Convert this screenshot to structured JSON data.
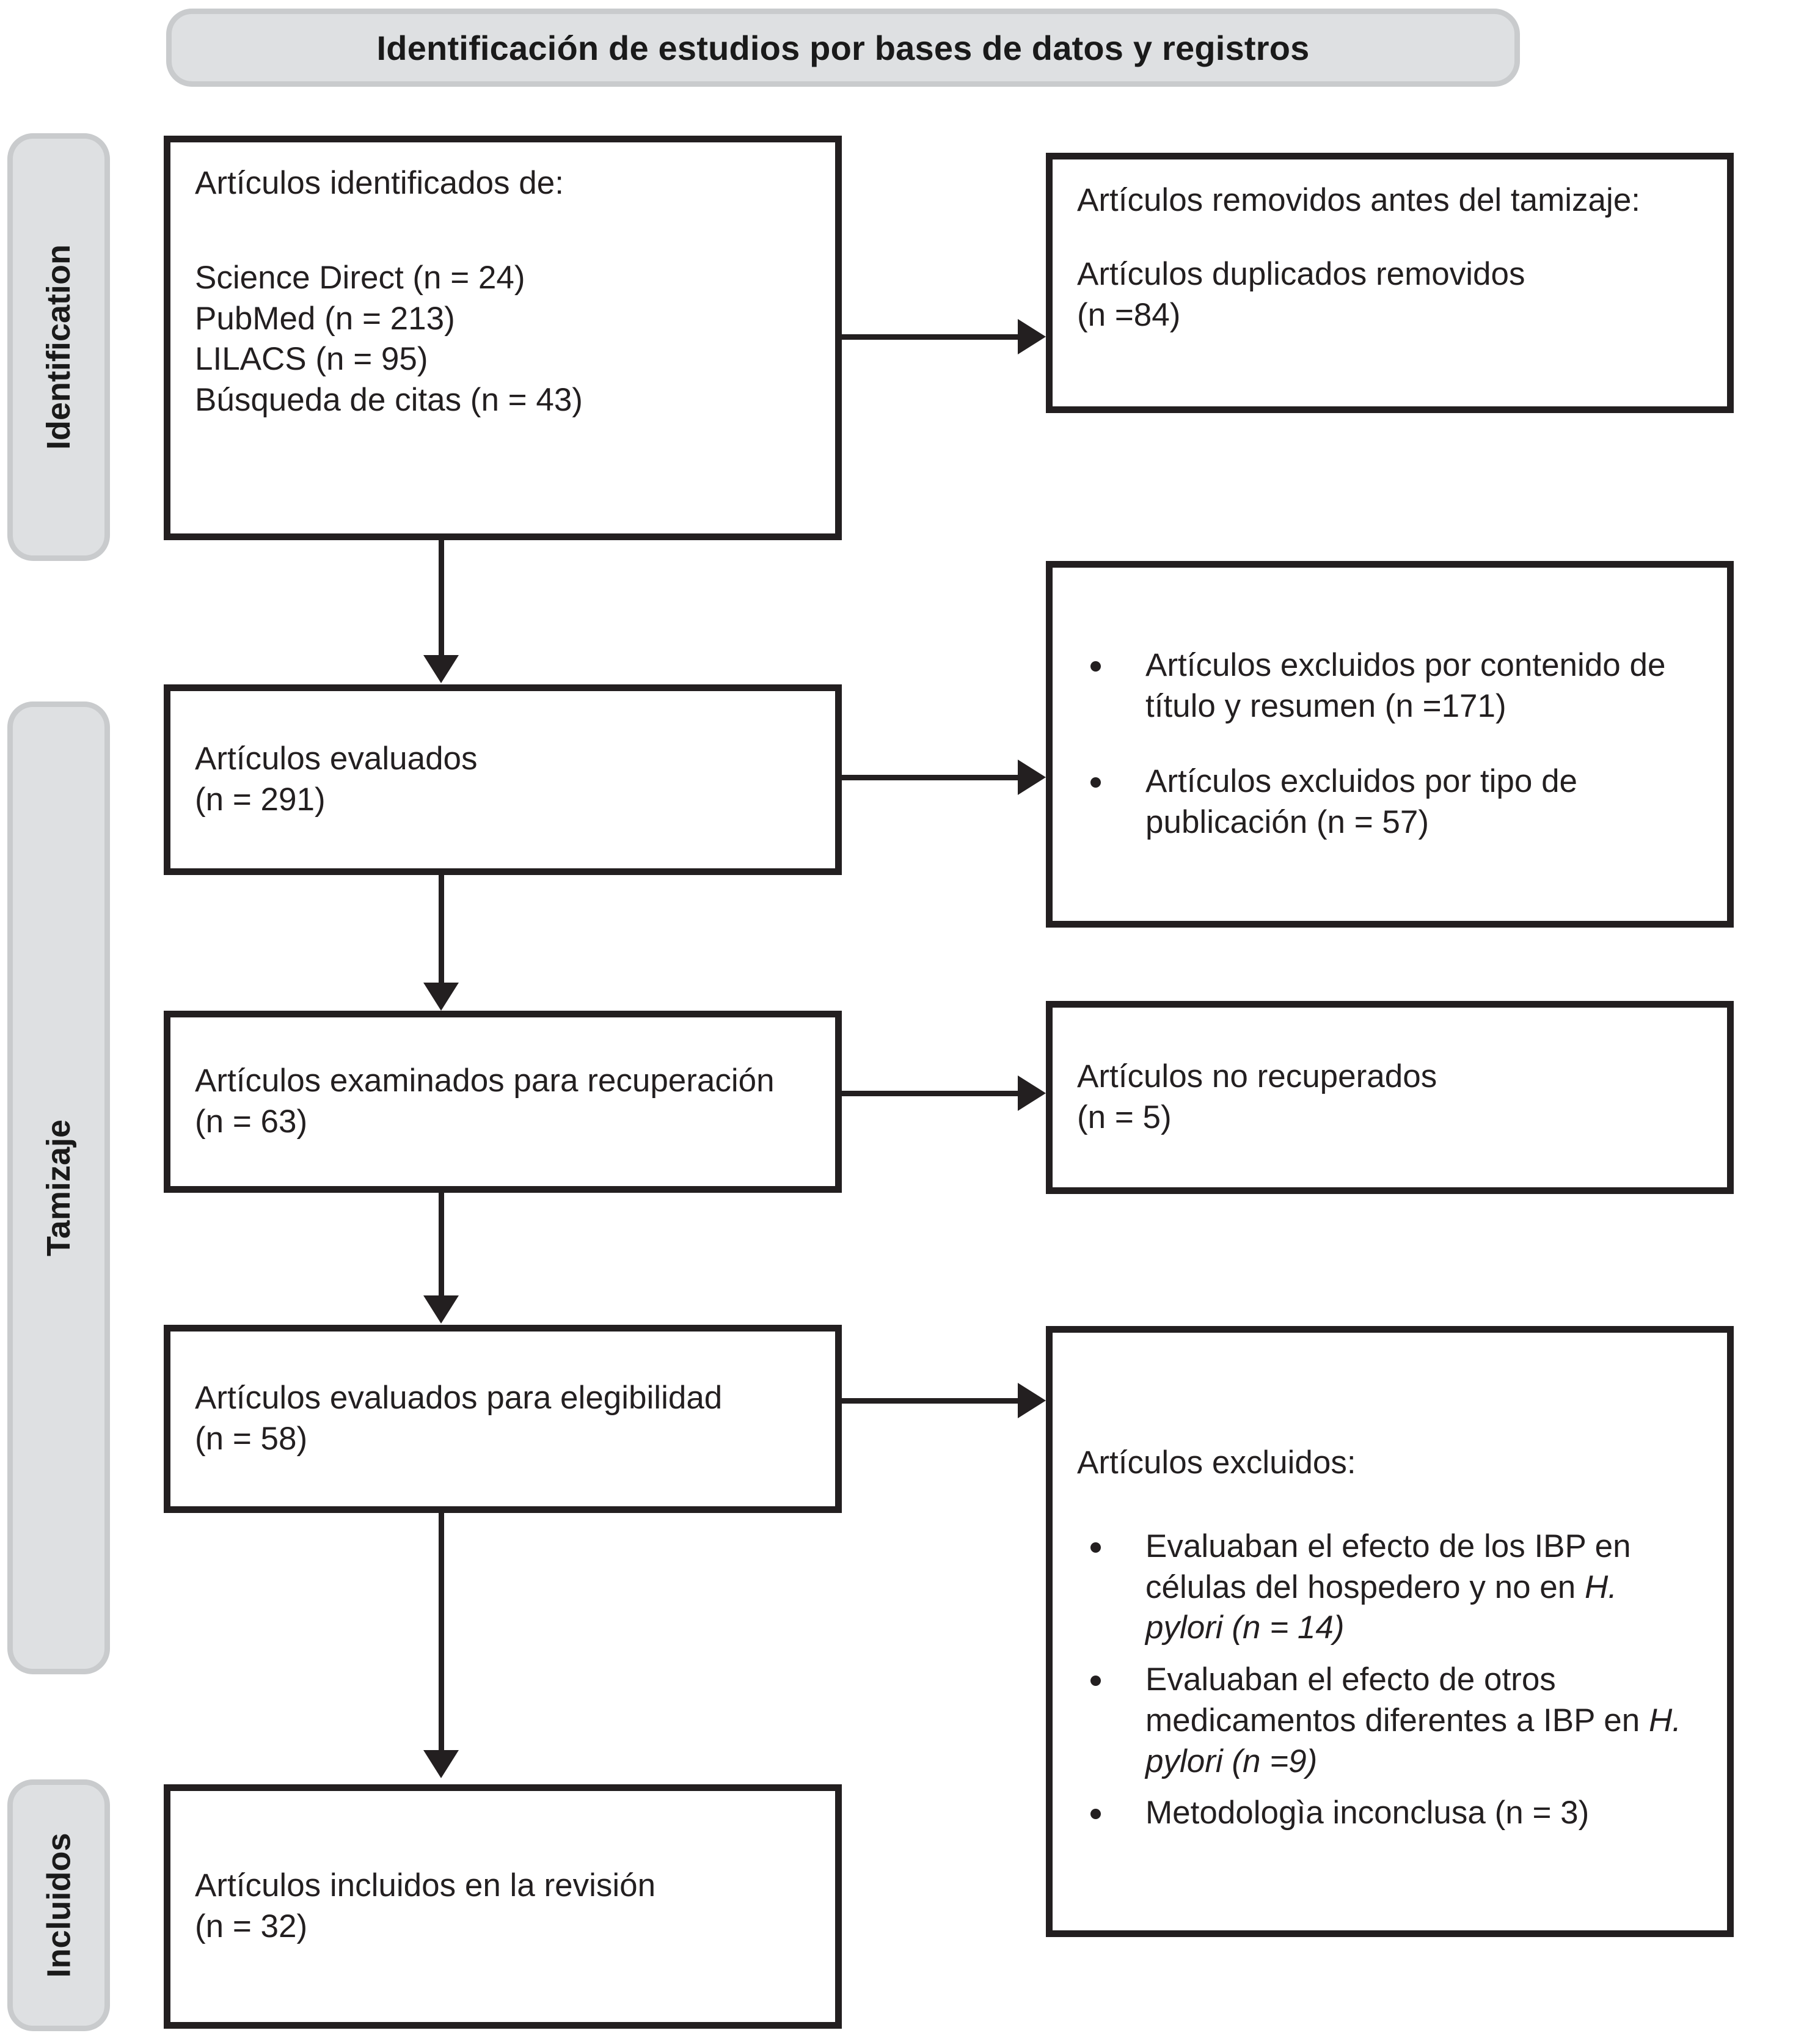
{
  "header": {
    "title": "Identificación de estudios por bases de datos y registros"
  },
  "stages": [
    {
      "id": "identification",
      "label": "Identification"
    },
    {
      "id": "tamizaje",
      "label": "Tamizaje"
    },
    {
      "id": "incluidos",
      "label": "Incluidos"
    }
  ],
  "boxes": {
    "identified": {
      "heading": "Artículos identificados de:",
      "sources": [
        "Science Direct (n = 24)",
        "PubMed (n = 213)",
        "LILACS (n = 95)",
        "Búsqueda de citas (n = 43)"
      ]
    },
    "removed_before": {
      "heading": "Artículos removidos antes del tamizaje:",
      "line1": "Artículos duplicados removidos",
      "line2": "(n =84)"
    },
    "screened": {
      "line1": "Artículos evaluados",
      "line2": "(n = 291)"
    },
    "excluded_screening": {
      "bullets": [
        "Artículos excluidos por contenido de título y resumen (n =171)",
        "Artículos excluidos por tipo de publicación (n = 57)"
      ]
    },
    "sought": {
      "line1": "Artículos examinados para recuperación",
      "line2": "(n = 63)"
    },
    "not_retrieved": {
      "line1": "Artículos no recuperados",
      "line2": "(n = 5)"
    },
    "eligibility": {
      "line1": "Artículos evaluados para elegibilidad",
      "line2": "(n = 58)"
    },
    "excluded_eligibility": {
      "heading": "Artículos excluidos:",
      "bullets": [
        {
          "pre": "Evaluaban el efecto de los IBP en células del hospedero y no en ",
          "italic": "H. pylori (n = 14)",
          "post": ""
        },
        {
          "pre": "Evaluaban el efecto de otros medicamentos diferentes a IBP en ",
          "italic": "H. pylori (n =9)",
          "post": ""
        },
        {
          "pre": "Metodologìa inconclusa (n = 3)",
          "italic": "",
          "post": ""
        }
      ]
    },
    "included": {
      "line1": "Artículos incluidos en la revisión",
      "line2": "(n = 32)"
    }
  },
  "colors": {
    "band_fill": "#dee0e2",
    "band_border": "#c9cbcd",
    "ink": "#231f20",
    "page": "#ffffff"
  }
}
